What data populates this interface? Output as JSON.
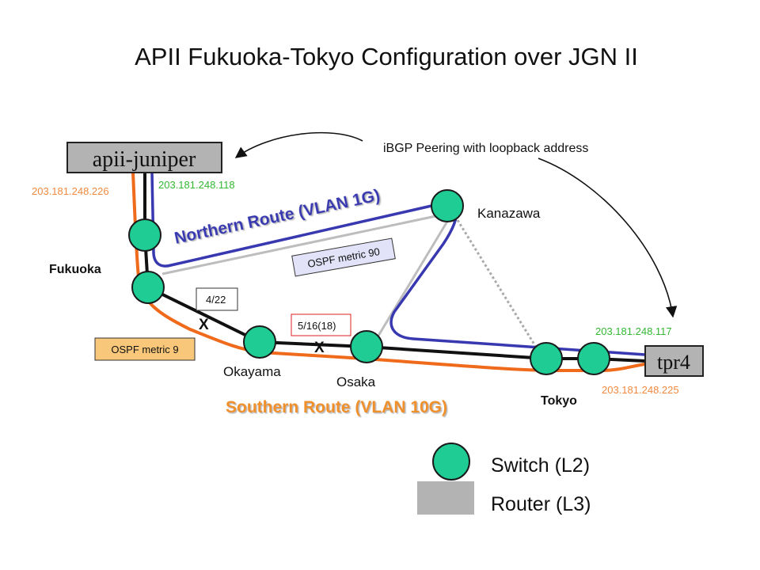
{
  "title": "APII Fukuoka-Tokyo Configuration over JGN II",
  "routers": {
    "apii_juniper": "apii-juniper",
    "tpr4": "tpr4"
  },
  "ip_addresses": {
    "juniper_southern": "203.181.248.226",
    "juniper_northern": "203.181.248.118",
    "tpr4_northern": "203.181.248.117",
    "tpr4_southern": "203.181.248.225"
  },
  "ibgp_label": "iBGP Peering with loopback address",
  "sites": {
    "kanazawa": "Kanazawa",
    "fukuoka": "Fukuoka",
    "okayama": "Okayama",
    "osaka": "Osaka",
    "tokyo": "Tokyo"
  },
  "routes": {
    "northern": "Northern Route (VLAN 1G)",
    "southern": "Southern Route (VLAN 10G)"
  },
  "annotations": {
    "ospf_northern": "OSPF metric 90",
    "ospf_southern": "OSPF metric 9",
    "outage_fukuoka_okayama_date": "4/22",
    "outage_okayama_osaka_date": "5/16(18)",
    "outage_mark_1": "X",
    "outage_mark_2": "X"
  },
  "legend": {
    "switch": "Switch (L2)",
    "router": "Router (L3)"
  },
  "colors": {
    "switch_fill": "#1ecc94",
    "router_fill": "#b3b3b3",
    "northern_route": "#3838b0",
    "southern_route": "#f06a1c",
    "northern_ip": "#33b833",
    "southern_ip": "#f08a40",
    "physical_link": "#111111",
    "alternate_link": "#bdbdbd"
  }
}
